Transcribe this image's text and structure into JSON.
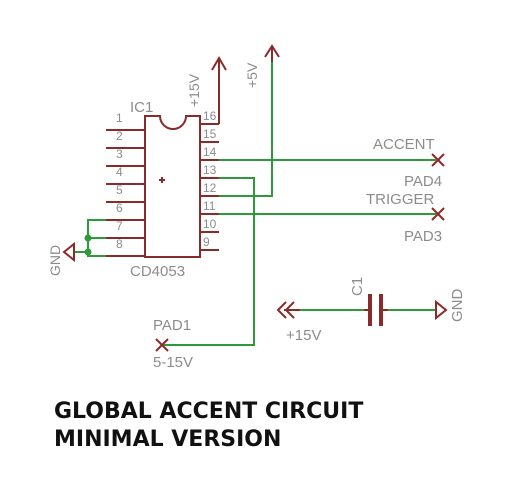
{
  "colors": {
    "part": "#8b2a2a",
    "wire": "#2e9a3a",
    "label": "#8c8c8c",
    "title": "#111111",
    "background": "#ffffff"
  },
  "ic": {
    "name": "IC1",
    "value": "CD4053",
    "pins_left": [
      "1",
      "2",
      "3",
      "4",
      "5",
      "6",
      "7",
      "8"
    ],
    "pins_right": [
      "16",
      "15",
      "14",
      "13",
      "12",
      "11",
      "10",
      "9"
    ]
  },
  "supply": {
    "ic_vcc": "+15V",
    "rail_5v": "+5V",
    "gnd_left": "GND",
    "c1_supply": "+15V",
    "c1_gnd": "GND"
  },
  "pads": {
    "pad4_signal": "ACCENT",
    "pad4_name": "PAD4",
    "pad3_signal": "TRIGGER",
    "pad3_name": "PAD3",
    "pad1_name": "PAD1",
    "pad1_signal": "5-15V"
  },
  "capacitor": {
    "name": "C1"
  },
  "title": {
    "line1": "GLOBAL ACCENT CIRCUIT",
    "line2": "MINIMAL VERSION"
  }
}
